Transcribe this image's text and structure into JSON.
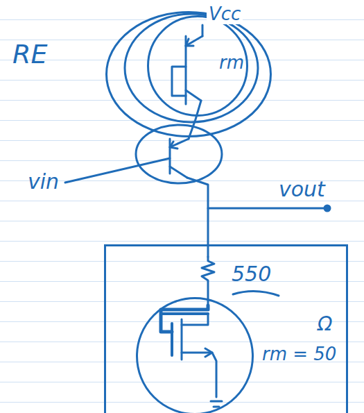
{
  "diagram": {
    "nodes": [
      {
        "text": [
          "RE"
        ]
      },
      {
        "text": [
          "Vcc",
          "rm"
        ],
        "in": 0
      },
      {
        "text": [
          "550"
        ]
      },
      {
        "text": [
          "rm = 50",
          "Ω"
        ],
        "in": 2
      }
    ],
    "labels": [
      "vin",
      "vout"
    ]
  }
}
